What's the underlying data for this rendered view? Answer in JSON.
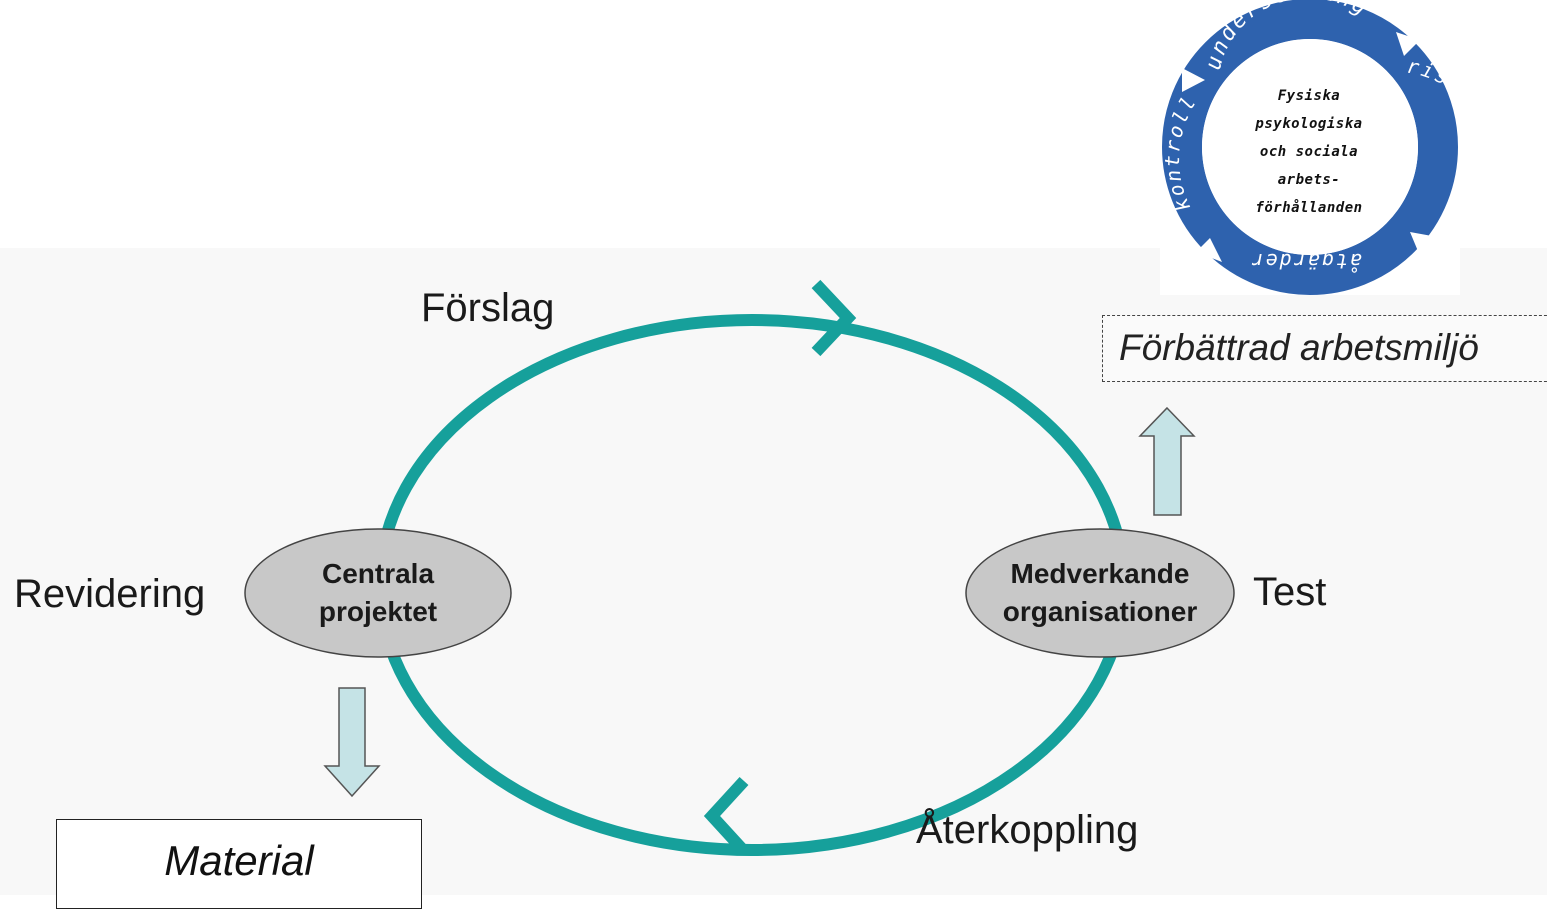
{
  "logo": {
    "ring_labels": [
      "undersökning",
      "riskbedömning",
      "åtgärder",
      "kontroll"
    ],
    "center_lines": [
      "Fysiska",
      "psykologiska",
      "och sociala",
      "arbets-",
      "förhållanden"
    ],
    "ring_color": "#2e62ae"
  },
  "cycle": {
    "color": "#16a09b",
    "nodes": {
      "left": {
        "line1": "Centrala",
        "line2": "projektet"
      },
      "right": {
        "line1": "Medverkande",
        "line2": "organisationer"
      }
    },
    "labels": {
      "top": "Förslag",
      "right": "Test",
      "bottom": "Återkoppling",
      "left": "Revidering"
    }
  },
  "outcomes": {
    "improved": "Förbättrad arbetsmiljö",
    "material": "Material"
  },
  "colors": {
    "node_fill": "#c8c8c8",
    "arrow_fill": "#c5e3e6",
    "arrow_stroke": "#555555"
  }
}
